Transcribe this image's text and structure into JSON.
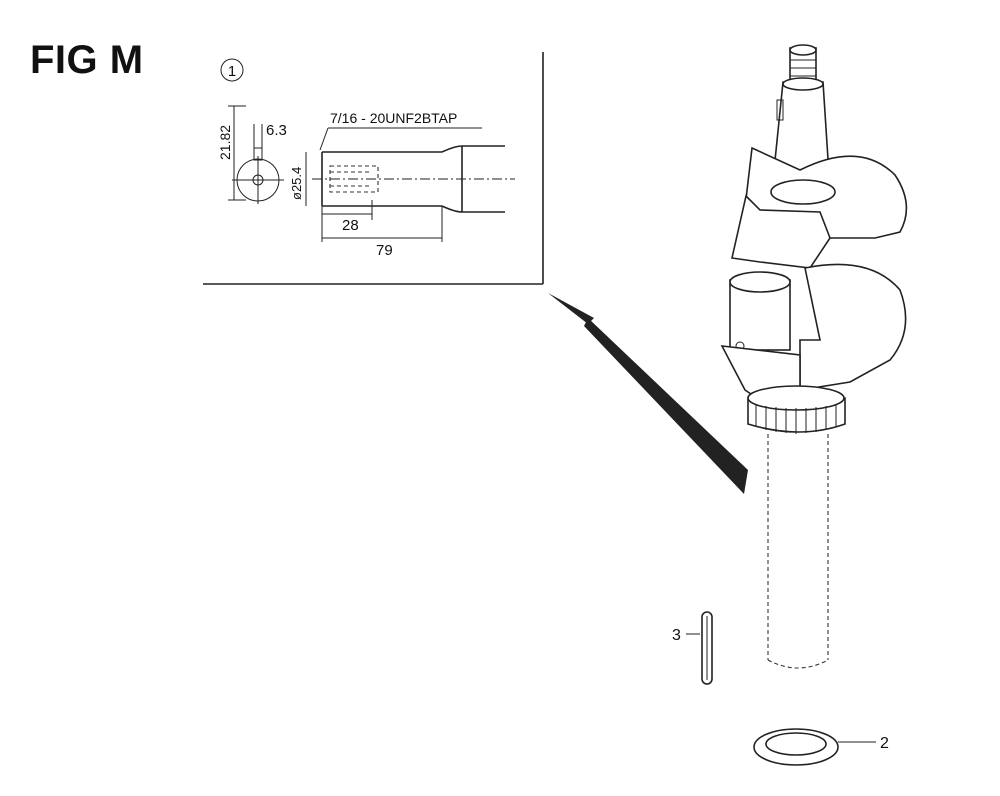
{
  "figure": {
    "title": "FIG M"
  },
  "detail": {
    "index": "1",
    "thread_note": "7/16 - 20UNF2BTAP",
    "dim_height": "21.82",
    "dim_key_width": "6.3",
    "dim_diameter": "ø25.4",
    "dim_tap_depth": "28",
    "dim_length": "79"
  },
  "parts": {
    "crankshaft_ref": "1",
    "seal_ref": "2",
    "key_ref": "3"
  }
}
